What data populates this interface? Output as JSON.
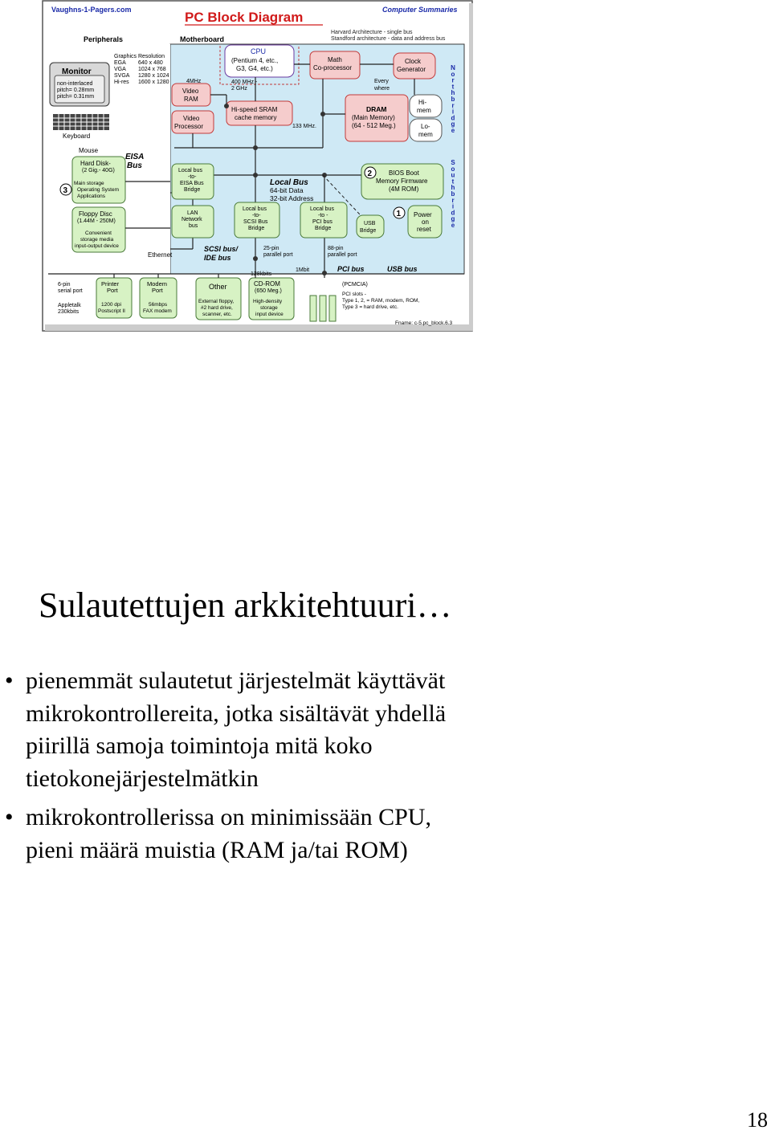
{
  "figure": {
    "header_left": "Vaughns-1-Pagers.com",
    "title": "PC Block Diagram",
    "header_right": "Computer Summaries",
    "arch_note_1": "Harvard Architecture - single bus",
    "arch_note_2": "Standford architecture - data and address bus",
    "peripherals_label": "Peripherals",
    "motherboard_label": "Motherboard",
    "graphics_title": "Graphics Resolution",
    "graphics_modes": [
      "EGA",
      "VGA",
      "SVGA",
      "Hi-res"
    ],
    "graphics_res": [
      "640 x 480",
      "1024 x 768",
      "1280 x 1024",
      "1600 x 1280"
    ],
    "monitor_title": "Monitor",
    "monitor_lines": [
      "non-interlaced",
      "pitch= 0.28mm",
      "pitch= 0.31mm"
    ],
    "keyboard": "Keyboard",
    "mouse": "Mouse",
    "eisa_bus": [
      "EISA",
      "Bus"
    ],
    "harddisk": [
      "Hard Disk-",
      "(2 Gig.- 40G)",
      "Main storage",
      "Operating System",
      "Applications"
    ],
    "floppy": [
      "Floppy Disc",
      "(1.44M - 250M)",
      "Convenient",
      "storage media",
      "input-output device"
    ],
    "ethernet": "Ethernet",
    "serial": [
      "6-pin",
      "serial port"
    ],
    "appletalk": [
      "Appletalk",
      "230kbits"
    ],
    "printer": [
      "Printer",
      "Port",
      "1200 dpi",
      "Postscript II"
    ],
    "modem": [
      "Modem",
      "Port",
      "56mbps",
      "FAX modem"
    ],
    "other": [
      "Other",
      "External floppy,",
      "#2 hard drive,",
      "scanner, etc."
    ],
    "cdrom": [
      "CD-ROM",
      "(650 Meg.)",
      "High-density",
      "storage",
      "input device"
    ],
    "cpu": [
      "CPU",
      "(Pentium 4, etc.,",
      "G3, G4, etc.)"
    ],
    "math": [
      "Math",
      "Co-processor"
    ],
    "clock": [
      "Clock",
      "Generator"
    ],
    "speed_4mhz": "4MHz",
    "speed_cpu": [
      "400 MHz -",
      "2 GHz"
    ],
    "speed_133": "133 MHz.",
    "every_where": [
      "Every",
      "where"
    ],
    "video_ram": [
      "Video",
      "RAM"
    ],
    "video_proc": [
      "Video",
      "Processor"
    ],
    "sram": [
      "Hi-speed SRAM",
      "cache memory"
    ],
    "dram": [
      "DRAM",
      "(Main Memory)",
      "(64 - 512 Meg.)"
    ],
    "himem": [
      "Hi-",
      "mem"
    ],
    "lomem": [
      "Lo-",
      "mem"
    ],
    "northbridge": "Northbridge",
    "southbridge": "Southbridge",
    "eisa_bridge": [
      "Local bus",
      "-to-",
      "EISA Bus",
      "Bridge"
    ],
    "local_bus": [
      "Local Bus",
      "64-bit Data",
      "32-bit Address"
    ],
    "bios": [
      "BIOS Boot",
      "Memory Firmware",
      "(4M ROM)"
    ],
    "lan": [
      "LAN",
      "Network",
      "bus"
    ],
    "scsi_bridge": [
      "Local bus",
      "-to-",
      "SCSI Bus",
      "Bridge"
    ],
    "pci_bridge": [
      "Local bus",
      "-to -",
      "PCI bus",
      "Bridge"
    ],
    "usb_bridge": [
      "USB",
      "Bridge"
    ],
    "power": [
      "Power",
      "on",
      "reset"
    ],
    "scsi_bus": [
      "SCSI bus/",
      "IDE bus"
    ],
    "parallel_25": [
      "25-pin",
      "parallel port"
    ],
    "parallel_88": [
      "88-pin",
      "parallel port"
    ],
    "mbit": "1Mbit",
    "pci_bus": "PCI bus",
    "usb_bus": "USB bus",
    "kbits": "128kbits",
    "pcmcia": [
      "(PCMCIA)",
      "PCI slots -",
      "Type 1, 2, = RAM, modem, ROM,",
      "Type 3 = hard drive, etc."
    ],
    "fname": "Fname: c-5.pc_block.6.3",
    "num1": "1",
    "num2": "2",
    "num3": "3"
  },
  "slide": {
    "heading": "Sulautettujen arkkitehtuuri…",
    "bullets": [
      [
        "pienemmät sulautetut järjestelmät käyttävät",
        "mikrokontrollereita, jotka sisältävät yhdellä",
        "piirillä samoja toimintoja mitä koko",
        "tietokonejärjestelmätkin"
      ],
      [
        "mikrokontrollerissa on minimissään CPU,",
        "pieni määrä muistia (RAM ja/tai ROM)"
      ]
    ],
    "bullet_symbol": "•",
    "page_number": "18"
  },
  "colors": {
    "board_fill": "#cfe9f5",
    "box_fill": "#d7f2c4",
    "box_stroke": "#4a7a3a",
    "red_fill": "#f5cccc",
    "red_stroke": "#c23a3a",
    "title_red": "#d11a1a",
    "header_blue": "#1a2aa8"
  }
}
